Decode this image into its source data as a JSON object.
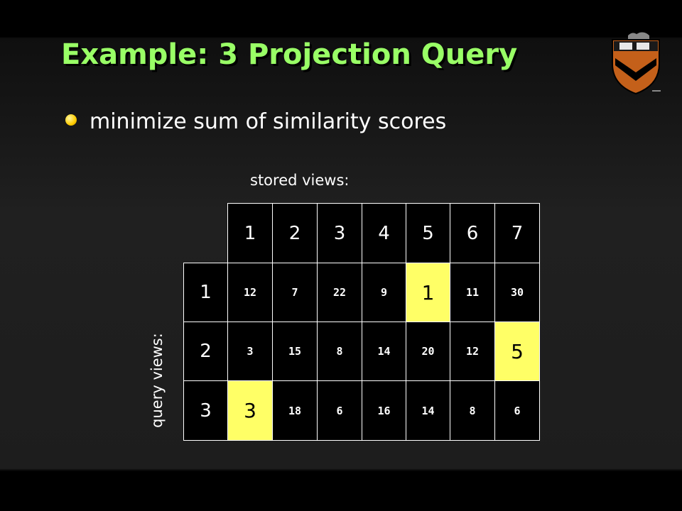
{
  "title": "Example: 3 Projection Query",
  "bullet": "minimize sum of similarity scores",
  "stored_views_label": "stored views:",
  "query_views_label": "query views:",
  "column_headers": [
    "1",
    "2",
    "3",
    "4",
    "5",
    "6",
    "7"
  ],
  "row_headers": [
    "1",
    "2",
    "3"
  ],
  "rows": [
    [
      "12",
      "7",
      "22",
      "9",
      "1",
      "11",
      "30"
    ],
    [
      "3",
      "15",
      "8",
      "14",
      "20",
      "12",
      "5"
    ],
    [
      "3",
      "18",
      "6",
      "16",
      "14",
      "8",
      "6"
    ]
  ],
  "highlighted": [
    [
      0,
      4
    ],
    [
      1,
      6
    ],
    [
      2,
      0
    ]
  ],
  "colors": {
    "title": "#99ff66",
    "highlight": "#ffff66",
    "bullet": "#ffcc00",
    "shield": "#e87722"
  },
  "logo_icon": "princeton-shield-icon"
}
